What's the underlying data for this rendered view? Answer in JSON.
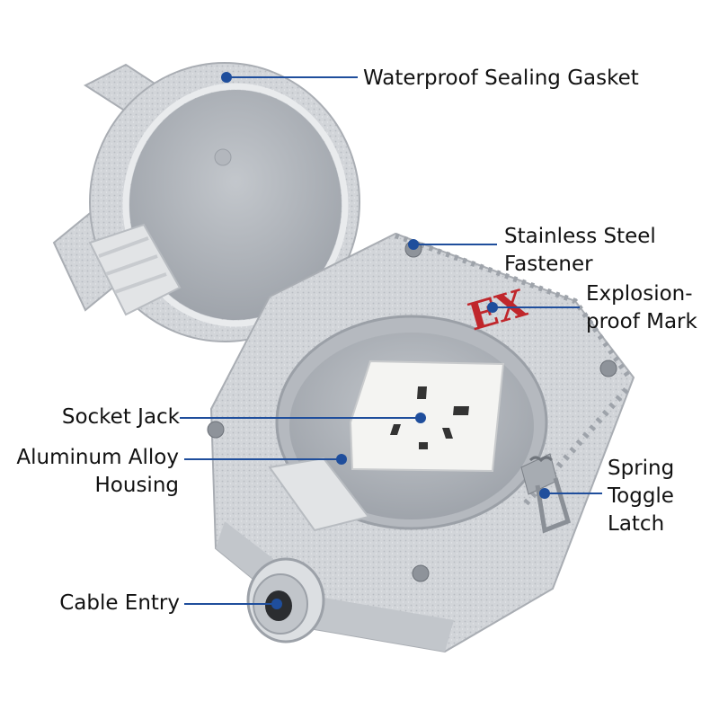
{
  "product": {
    "mark_text": "EX"
  },
  "callouts": {
    "gasket": {
      "lines": [
        "Waterproof Sealing Gasket"
      ]
    },
    "fastener": {
      "lines": [
        "Stainless Steel",
        "Fastener"
      ]
    },
    "mark": {
      "lines": [
        "Explosion-",
        "proof Mark"
      ]
    },
    "socket": {
      "lines": [
        "Socket Jack"
      ]
    },
    "housing": {
      "lines": [
        "Aluminum Alloy",
        "Housing"
      ]
    },
    "latch": {
      "lines": [
        "Spring",
        "Toggle",
        "Latch"
      ]
    },
    "cable": {
      "lines": [
        "Cable Entry"
      ]
    }
  },
  "colors": {
    "leader_line": "#1f4e9c",
    "mark": "#c0262b",
    "metal": "#cfd2d6",
    "text": "#111111"
  }
}
